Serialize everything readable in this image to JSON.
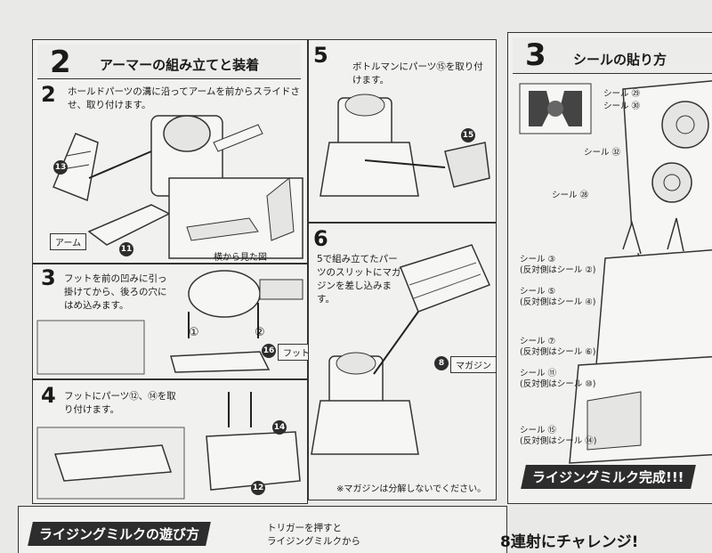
{
  "step2": {
    "num": "2",
    "title": "アーマーの組み立てと装着",
    "sub_num": "2",
    "text": "ホールドパーツの溝に沿ってアームを前からスライドさせ、取り付けます。",
    "part13": "13",
    "part11": "11",
    "arm_label": "アーム",
    "side_view": "横から見た図"
  },
  "step3": {
    "num": "3",
    "text": "フットを前の凹みに引っ掛けてから、後ろの穴にはめ込みます。",
    "mark1": "①",
    "mark2": "②",
    "part16": "16",
    "foot_label": "フット"
  },
  "step4": {
    "num": "4",
    "text": "フットにパーツ⑫、⑭を取り付けます。",
    "part14": "14",
    "part12": "12"
  },
  "step5": {
    "num": "5",
    "text": "ボトルマンにパーツ⑮を取り付けます。",
    "part15": "15"
  },
  "step6": {
    "num": "6",
    "text": "5で組み立てたパーツのスリットにマガジンを差し込みます。",
    "part8": "8",
    "magazine_label": "マガジン",
    "note": "※マガジンは分解しないでください。"
  },
  "section3": {
    "num": "3",
    "title": "シールの貼り方",
    "seals": [
      {
        "label": "シール ㉙"
      },
      {
        "label": "シール ㉚"
      },
      {
        "label": "シール ㉜"
      },
      {
        "label": "シール ㉘"
      },
      {
        "label": "シール ③\n(反対側はシール ②)"
      },
      {
        "label": "シール ⑤\n(反対側はシール ④)"
      },
      {
        "label": "シール ⑦\n(反対側はシール ⑥)"
      },
      {
        "label": "シール ⑪\n(反対側はシール ⑩)"
      },
      {
        "label": "シール ⑮\n(反対側はシール ⑭)"
      }
    ],
    "banner": "ライジングミルク完成!!!"
  },
  "bottom": {
    "play_title": "ライジングミルクの遊び方",
    "trigger_text": "トリガーを押すと\nライジングミルクから",
    "challenge": "8連射にチャレンジ!"
  }
}
